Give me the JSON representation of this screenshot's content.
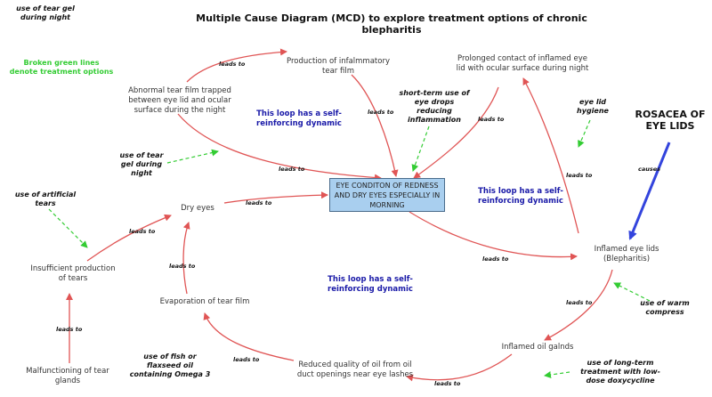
{
  "title": "Multiple Cause Diagram (MCD) to explore treatment options of chronic blepharitis",
  "central_node": "EYE CONDITON OF REDNESS AND DRY EYES ESPECIALLY IN MORNING",
  "nodes": {
    "inflammatory_tear_film": "Production of infalmmatory tear film",
    "abnormal_tear_film": "Abnormal tear film trapped between eye lid and ocular surface during the night",
    "prolonged_contact": "Prolonged contact of inflamed eye lid with ocular surface during night",
    "dry_eyes": "Dry eyes",
    "insufficient_tears": "Insufficient production of tears",
    "malfunctioning_glands": "Malfunctioning of tear glands",
    "evaporation": "Evaporation of tear film",
    "reduced_oil": "Reduced quality of oil from oil duct openings near eye lashes",
    "inflamed_oil_glands": "Inflamed oil galnds",
    "inflamed_eye_lids": "Inflamed eye lids (Blepharitis)"
  },
  "treatments": {
    "tear_gel_top": "use of tear gel during night",
    "tear_gel_mid": "use of tear gel during night",
    "artificial_tears": "use of artificial tears",
    "eye_drops": "short-term use of eye drops reducing inflammation",
    "eye_lid_hygiene": "eye lid hygiene",
    "warm_compress": "use of warm compress",
    "fish_oil": "use of fish or flaxseed oil containing Omega 3",
    "doxycycline": "use of long-term treatment with low-dose doxycycline"
  },
  "legend_note": "Broken green lines denote treatment options",
  "rosacea": "ROSACEA OF EYE LIDS",
  "causes_label": "causes",
  "loop_notes": {
    "top": "This loop has a self-reinforcing dynamic",
    "right": "This loop has a self-reinforcing dynamic",
    "bottom": "This loop has a self-reinforcing dynamic"
  },
  "leads_to": "leads to",
  "colors": {
    "cause_arrow": "#e05555",
    "treatment_line": "#33cc33",
    "rosacea_arrow": "#3344dd",
    "central_fill": "#a9cfef",
    "loop_text": "#1a1aa8"
  }
}
